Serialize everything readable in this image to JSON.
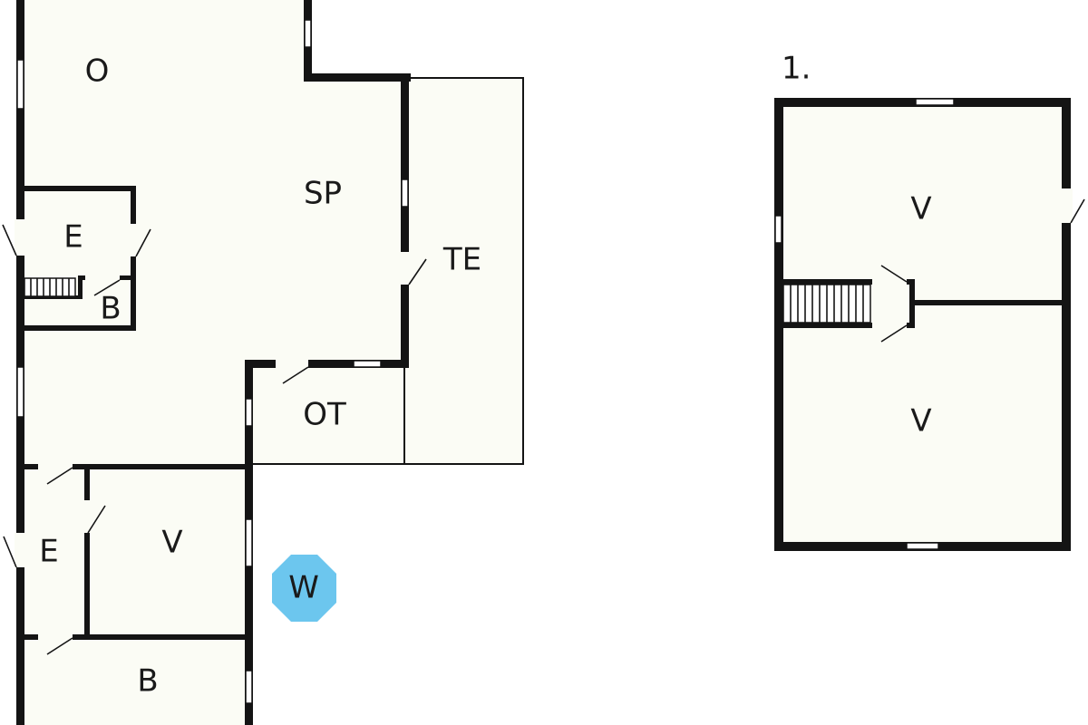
{
  "ground_floor": {
    "rooms": [
      {
        "id": "o",
        "label": "O"
      },
      {
        "id": "sp",
        "label": "SP"
      },
      {
        "id": "e1",
        "label": "E"
      },
      {
        "id": "b1",
        "label": "B"
      },
      {
        "id": "te",
        "label": "TE"
      },
      {
        "id": "ot",
        "label": "OT"
      },
      {
        "id": "e2",
        "label": "E"
      },
      {
        "id": "v1",
        "label": "V"
      },
      {
        "id": "b2",
        "label": "B"
      }
    ]
  },
  "upper_floor": {
    "label": "1.",
    "rooms": [
      {
        "id": "v-top",
        "label": "V"
      },
      {
        "id": "v-bottom",
        "label": "V"
      }
    ]
  },
  "compass": {
    "label": "W",
    "color": "#6cc6ee"
  },
  "colors": {
    "wall": "#141414",
    "floor": "#fbfcf5",
    "background": "#ffffff"
  }
}
